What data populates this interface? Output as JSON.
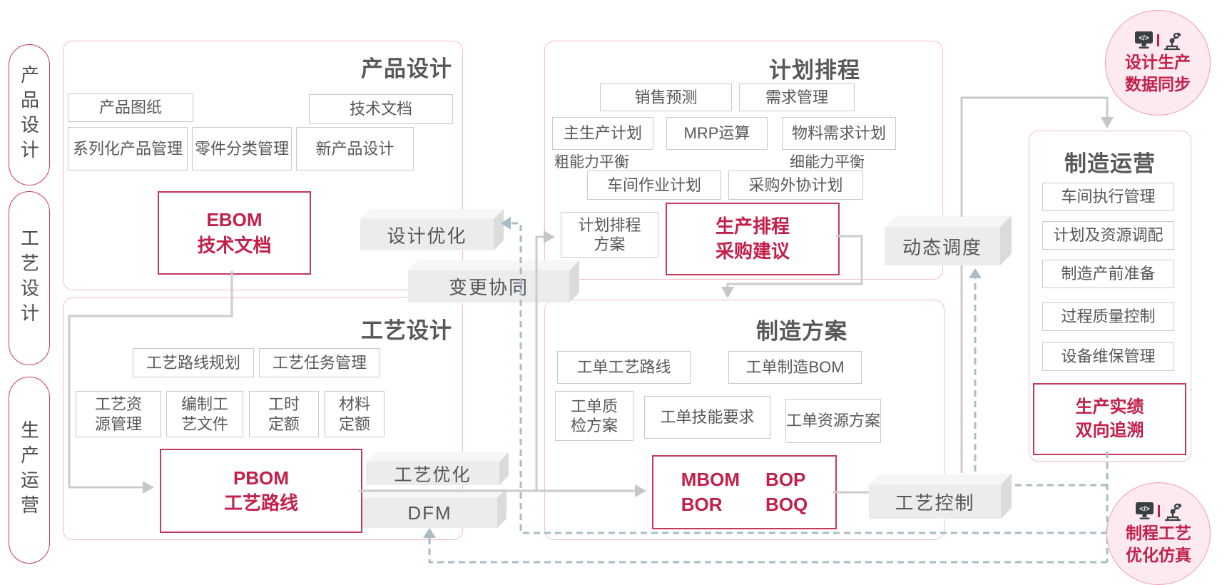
{
  "colors": {
    "accent_red": "#c2204a",
    "highlight_border": "#c43a5f",
    "group_border": "#f2bcca",
    "item_border": "#c9c9c9",
    "text_gray": "#57585a",
    "slab_fill": "#ececec",
    "connector_gray": "#cbcbcb",
    "feedback_dash": "#a9bdc6",
    "badge_fill": "#fdeaf1",
    "badge_border": "#eb9cb4"
  },
  "rail": {
    "items": [
      {
        "label": "产品设计"
      },
      {
        "label": "工艺设计"
      },
      {
        "label": "生产运营"
      }
    ]
  },
  "sections": {
    "product_design": {
      "title": "产品设计",
      "items": {
        "drawings": "产品图纸",
        "tech_docs": "技术文档",
        "serialized": "系列化产品管理",
        "parts_class": "零件分类管理",
        "new_product": "新产品设计"
      },
      "highlight": {
        "line1": "EBOM",
        "line2": "技术文档"
      }
    },
    "planning": {
      "title": "计划排程",
      "items": {
        "sales_forecast": "销售预测",
        "demand_mgmt": "需求管理",
        "mps": "主生产计划",
        "mrp": "MRP运算",
        "material_req": "物料需求计划",
        "shop_plan": "车间作业计划",
        "purchase_plan": "采购外协计划"
      },
      "notes": {
        "rough_capacity": "粗能力平衡",
        "fine_capacity": "细能力平衡"
      },
      "plan_box": {
        "line1": "计划排程",
        "line2": "方案"
      },
      "highlight": {
        "line1": "生产排程",
        "line2": "采购建议"
      }
    },
    "process_design": {
      "title": "工艺设计",
      "items": {
        "route_planning": "工艺路线规划",
        "task_mgmt": "工艺任务管理",
        "resource": {
          "line1": "工艺资",
          "line2": "源管理"
        },
        "authoring": {
          "line1": "编制工",
          "line2": "艺文件"
        },
        "hours": {
          "line1": "工时",
          "line2": "定额"
        },
        "material": {
          "line1": "材料",
          "line2": "定额"
        }
      },
      "highlight": {
        "line1": "PBOM",
        "line2": "工艺路线"
      }
    },
    "mfg_plan": {
      "title": "制造方案",
      "items": {
        "wo_route": "工单工艺路线",
        "wo_mbom": "工单制造BOM",
        "wo_qc": {
          "line1": "工单质",
          "line2": "检方案"
        },
        "wo_skill": "工单技能要求",
        "wo_resource": "工单资源方案"
      },
      "highlight": {
        "r1c1": "MBOM",
        "r1c2": "BOP",
        "r2c1": "BOR",
        "r2c2": "BOQ"
      }
    },
    "mfg_ops": {
      "title": "制造运营",
      "items": {
        "shop_exec": "车间执行管理",
        "plan_resource": "计划及资源调配",
        "pre_production": "制造产前准备",
        "quality_ctrl": "过程质量控制",
        "equipment": "设备维保管理"
      },
      "highlight": {
        "line1": "生产实绩",
        "line2": "双向追溯"
      }
    }
  },
  "slabs": {
    "design_opt": "设计优化",
    "change_collab": "变更协同",
    "dynamic_sched": "动态调度",
    "process_opt": "工艺优化",
    "dfm": "DFM",
    "process_ctrl": "工艺控制"
  },
  "badges": {
    "design_prod_sync": {
      "line1": "设计生产",
      "line2": "数据同步"
    },
    "process_sim": {
      "line1": "制程工艺",
      "line2": "优化仿真"
    }
  }
}
